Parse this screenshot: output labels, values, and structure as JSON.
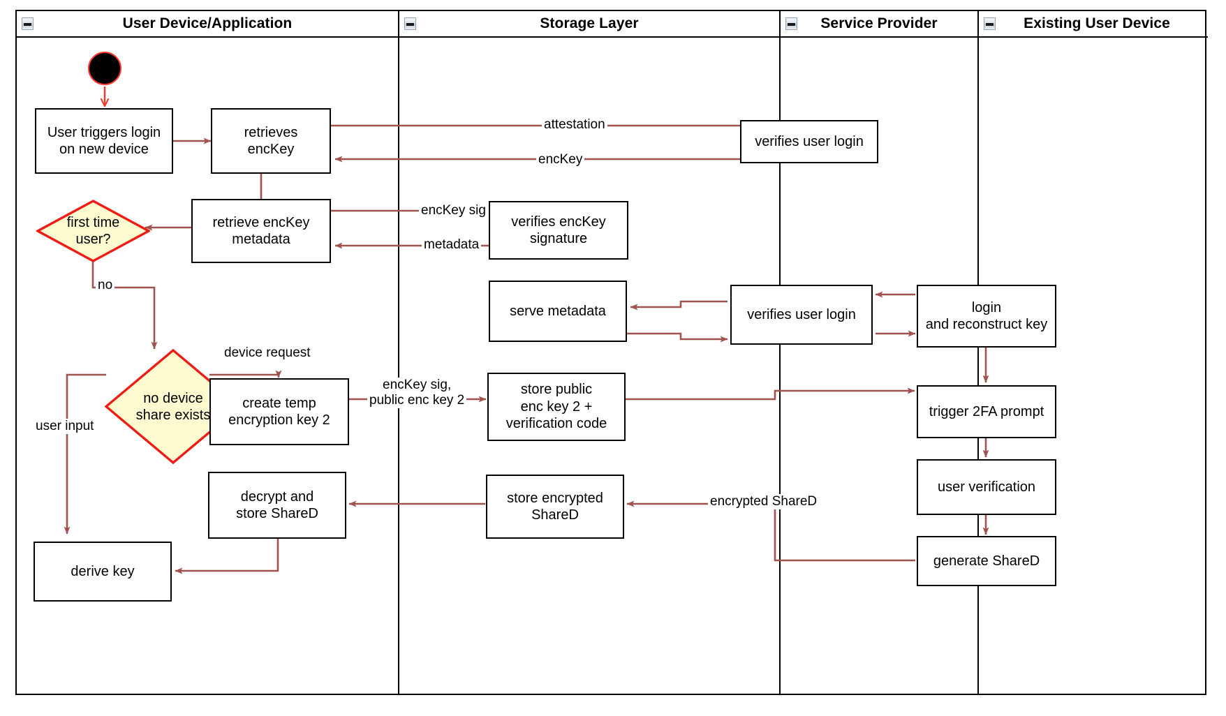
{
  "diagram": {
    "type": "uml-activity-swimlane",
    "accent_arrow_color": "#9f524e",
    "decision_fill": "#fdfbcf",
    "decision_stroke": "#ed1c16",
    "node_stroke": "#000000",
    "background": "#ffffff"
  },
  "lanes": [
    {
      "id": "user-device",
      "title": "User Device/Application",
      "collapse_icon": "collapse-minus-icon"
    },
    {
      "id": "storage-layer",
      "title": "Storage Layer",
      "collapse_icon": "collapse-minus-icon"
    },
    {
      "id": "service-provider",
      "title": "Service Provider",
      "collapse_icon": "collapse-minus-icon"
    },
    {
      "id": "existing-user-device",
      "title": "Existing User Device",
      "collapse_icon": "collapse-minus-icon"
    }
  ],
  "nodes": {
    "start": {
      "label": "",
      "icon": "start-node-icon",
      "lane": "user-device"
    },
    "user_triggers_login": {
      "label": "User triggers login\non new device",
      "lane": "user-device"
    },
    "retrieves_enckey": {
      "label": "retrieves\nencKey",
      "lane": "user-device"
    },
    "retrieve_enckey_metadata": {
      "label": "retrieve encKey\nmetadata",
      "lane": "user-device"
    },
    "first_time_user": {
      "label": "first time\nuser?",
      "lane": "user-device",
      "shape": "decision"
    },
    "no_device_share": {
      "label": "no device\nshare exists",
      "lane": "user-device",
      "shape": "decision"
    },
    "create_temp_key": {
      "label": "create temp\nencryption key 2",
      "lane": "user-device"
    },
    "decrypt_store_shared": {
      "label": "decrypt and\nstore ShareD",
      "lane": "user-device"
    },
    "derive_key": {
      "label": "derive key",
      "lane": "user-device"
    },
    "verifies_enckey_signature": {
      "label": "verifies encKey\nsignature",
      "lane": "storage-layer"
    },
    "serve_metadata": {
      "label": "serve metadata",
      "lane": "storage-layer"
    },
    "store_public_key": {
      "label": "store public\nenc key 2 +\nverification code",
      "lane": "storage-layer"
    },
    "store_encrypted_shared": {
      "label": "store encrypted\nShareD",
      "lane": "storage-layer"
    },
    "verifies_user_login_top": {
      "label": "verifies user login",
      "lane": "service-provider"
    },
    "verifies_user_login_mid": {
      "label": "verifies user login",
      "lane": "service-provider"
    },
    "login_reconstruct_key": {
      "label": "login\nand reconstruct key",
      "lane": "existing-user-device"
    },
    "trigger_2fa": {
      "label": "trigger 2FA prompt",
      "lane": "existing-user-device"
    },
    "user_verification": {
      "label": "user verification",
      "lane": "existing-user-device"
    },
    "generate_shared": {
      "label": "generate ShareD",
      "lane": "existing-user-device"
    }
  },
  "edge_labels": {
    "attestation": "attestation",
    "enckey": "encKey",
    "enckey_sig": "encKey sig",
    "metadata": "metadata",
    "no": "no",
    "device_request": "device request",
    "enckey_sig_public_enc_key_2": "encKey sig,\npublic enc key 2",
    "user_input": "user input",
    "encrypted_shared": "encrypted ShareD"
  }
}
